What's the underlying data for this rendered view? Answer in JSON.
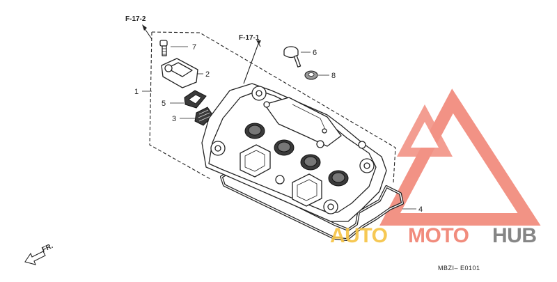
{
  "diagram": {
    "ref_left": "F-17-2",
    "ref_right": "F-17-1",
    "callouts": [
      "1",
      "2",
      "3",
      "4",
      "5",
      "6",
      "7",
      "8"
    ],
    "front_indicator": "FR.",
    "figure_code": "MBZI– E0101"
  },
  "watermark": {
    "brand_part1": "AUTO",
    "brand_part2": "MOTO",
    "brand_part3": "HUB",
    "color_primary": "#f08070",
    "color_accent": "#f6c342",
    "color_dark": "#7a7a7a"
  }
}
